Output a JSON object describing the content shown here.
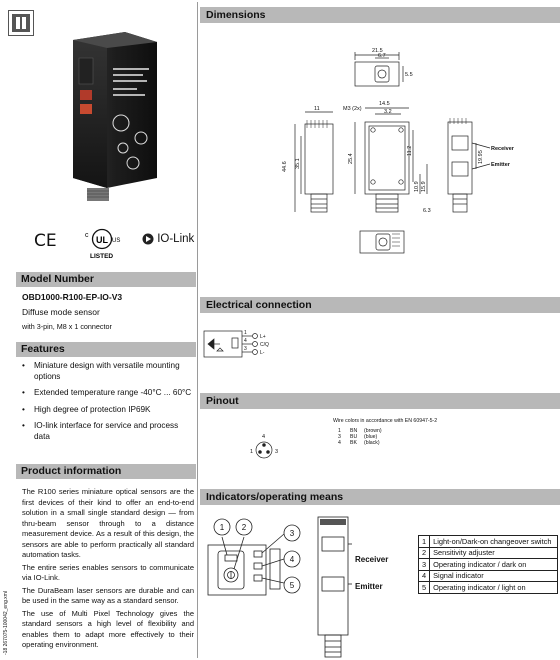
{
  "left": {
    "model_number_heading": "Model Number",
    "model_number": "OBD1000-R100-EP-IO-V3",
    "model_description": "Diffuse mode sensor",
    "model_subdescription": "with 3-pin, M8 x 1 connector",
    "features_heading": "Features",
    "features": [
      "Miniature design with versatile mounting options",
      "Extended temperature range -40°C ... 60°C",
      "High degree of protection IP69K",
      "IO-link interface for service and process data"
    ],
    "product_info_heading": "Product information",
    "product_info": [
      "The R100 series miniature optical sensors are the first devices of their kind to offer an end-to-end solution in a small single standard design — from thru-beam sensor through to a distance measurement device. As a result of this design, the sensors are able to perform practically all standard automation tasks.",
      "The entire series enables sensors to communicate via IO-Link.",
      "The DuraBeam laser sensors are durable and can be used in the same way as a standard sensor.",
      "The use of Multi Pixel Technology gives the standard sensors a high level of flexibility and enables them to adapt more effectively to their operating environment."
    ],
    "side_code": "-18  267075-100042_eng.xml",
    "certifications": {
      "ce": "CE",
      "ul_c": "c",
      "ul_us": "US",
      "ul_listed": "LISTED",
      "iolink": "IO-Link"
    }
  },
  "right": {
    "dimensions_heading": "Dimensions",
    "electrical_heading": "Electrical connection",
    "pinout_heading": "Pinout",
    "indicators_heading": "Indicators/operating means",
    "dimension_labels": {
      "top_width": "21.5",
      "top_inner": "6.7",
      "top_side": "5.5",
      "width_11": "11",
      "thread": "M3 (2x)",
      "width_145": "14.5",
      "width_32": "3.2",
      "height_446": "44.6",
      "height_351": "35.1",
      "height_254": "25.4",
      "height_112": "11.2",
      "height_109": "10.9",
      "height_159": "15.9",
      "height_1995": "19.95",
      "height_63": "6.3",
      "receiver": "Receiver",
      "emitter": "Emitter"
    },
    "electrical_labels": {
      "l_plus": "L+",
      "cq": "C/Q",
      "l_minus": "L-",
      "pin1": "1",
      "pin4": "4",
      "pin3": "3"
    },
    "pinout_labels": {
      "pin4": "4",
      "pin1": "1",
      "pin3": "3"
    },
    "wire_title": "Wire colors in accordance with EN 60947-5-2",
    "wires": [
      {
        "num": "1",
        "code": "BN",
        "color": "(brown)"
      },
      {
        "num": "3",
        "code": "BU",
        "color": "(blue)"
      },
      {
        "num": "4",
        "code": "BK",
        "color": "(black)"
      }
    ],
    "indicator_callouts": [
      "1",
      "2",
      "3",
      "4",
      "5"
    ],
    "indicator_side_labels": {
      "receiver": "Receiver",
      "emitter": "Emitter"
    },
    "indicators": [
      {
        "num": "1",
        "text": "Light-on/Dark-on changeover switch"
      },
      {
        "num": "2",
        "text": "Sensitivity adjuster"
      },
      {
        "num": "3",
        "text": "Operating indicator / dark on"
      },
      {
        "num": "4",
        "text": "Signal indicator"
      },
      {
        "num": "5",
        "text": "Operating indicator / light on"
      }
    ]
  }
}
